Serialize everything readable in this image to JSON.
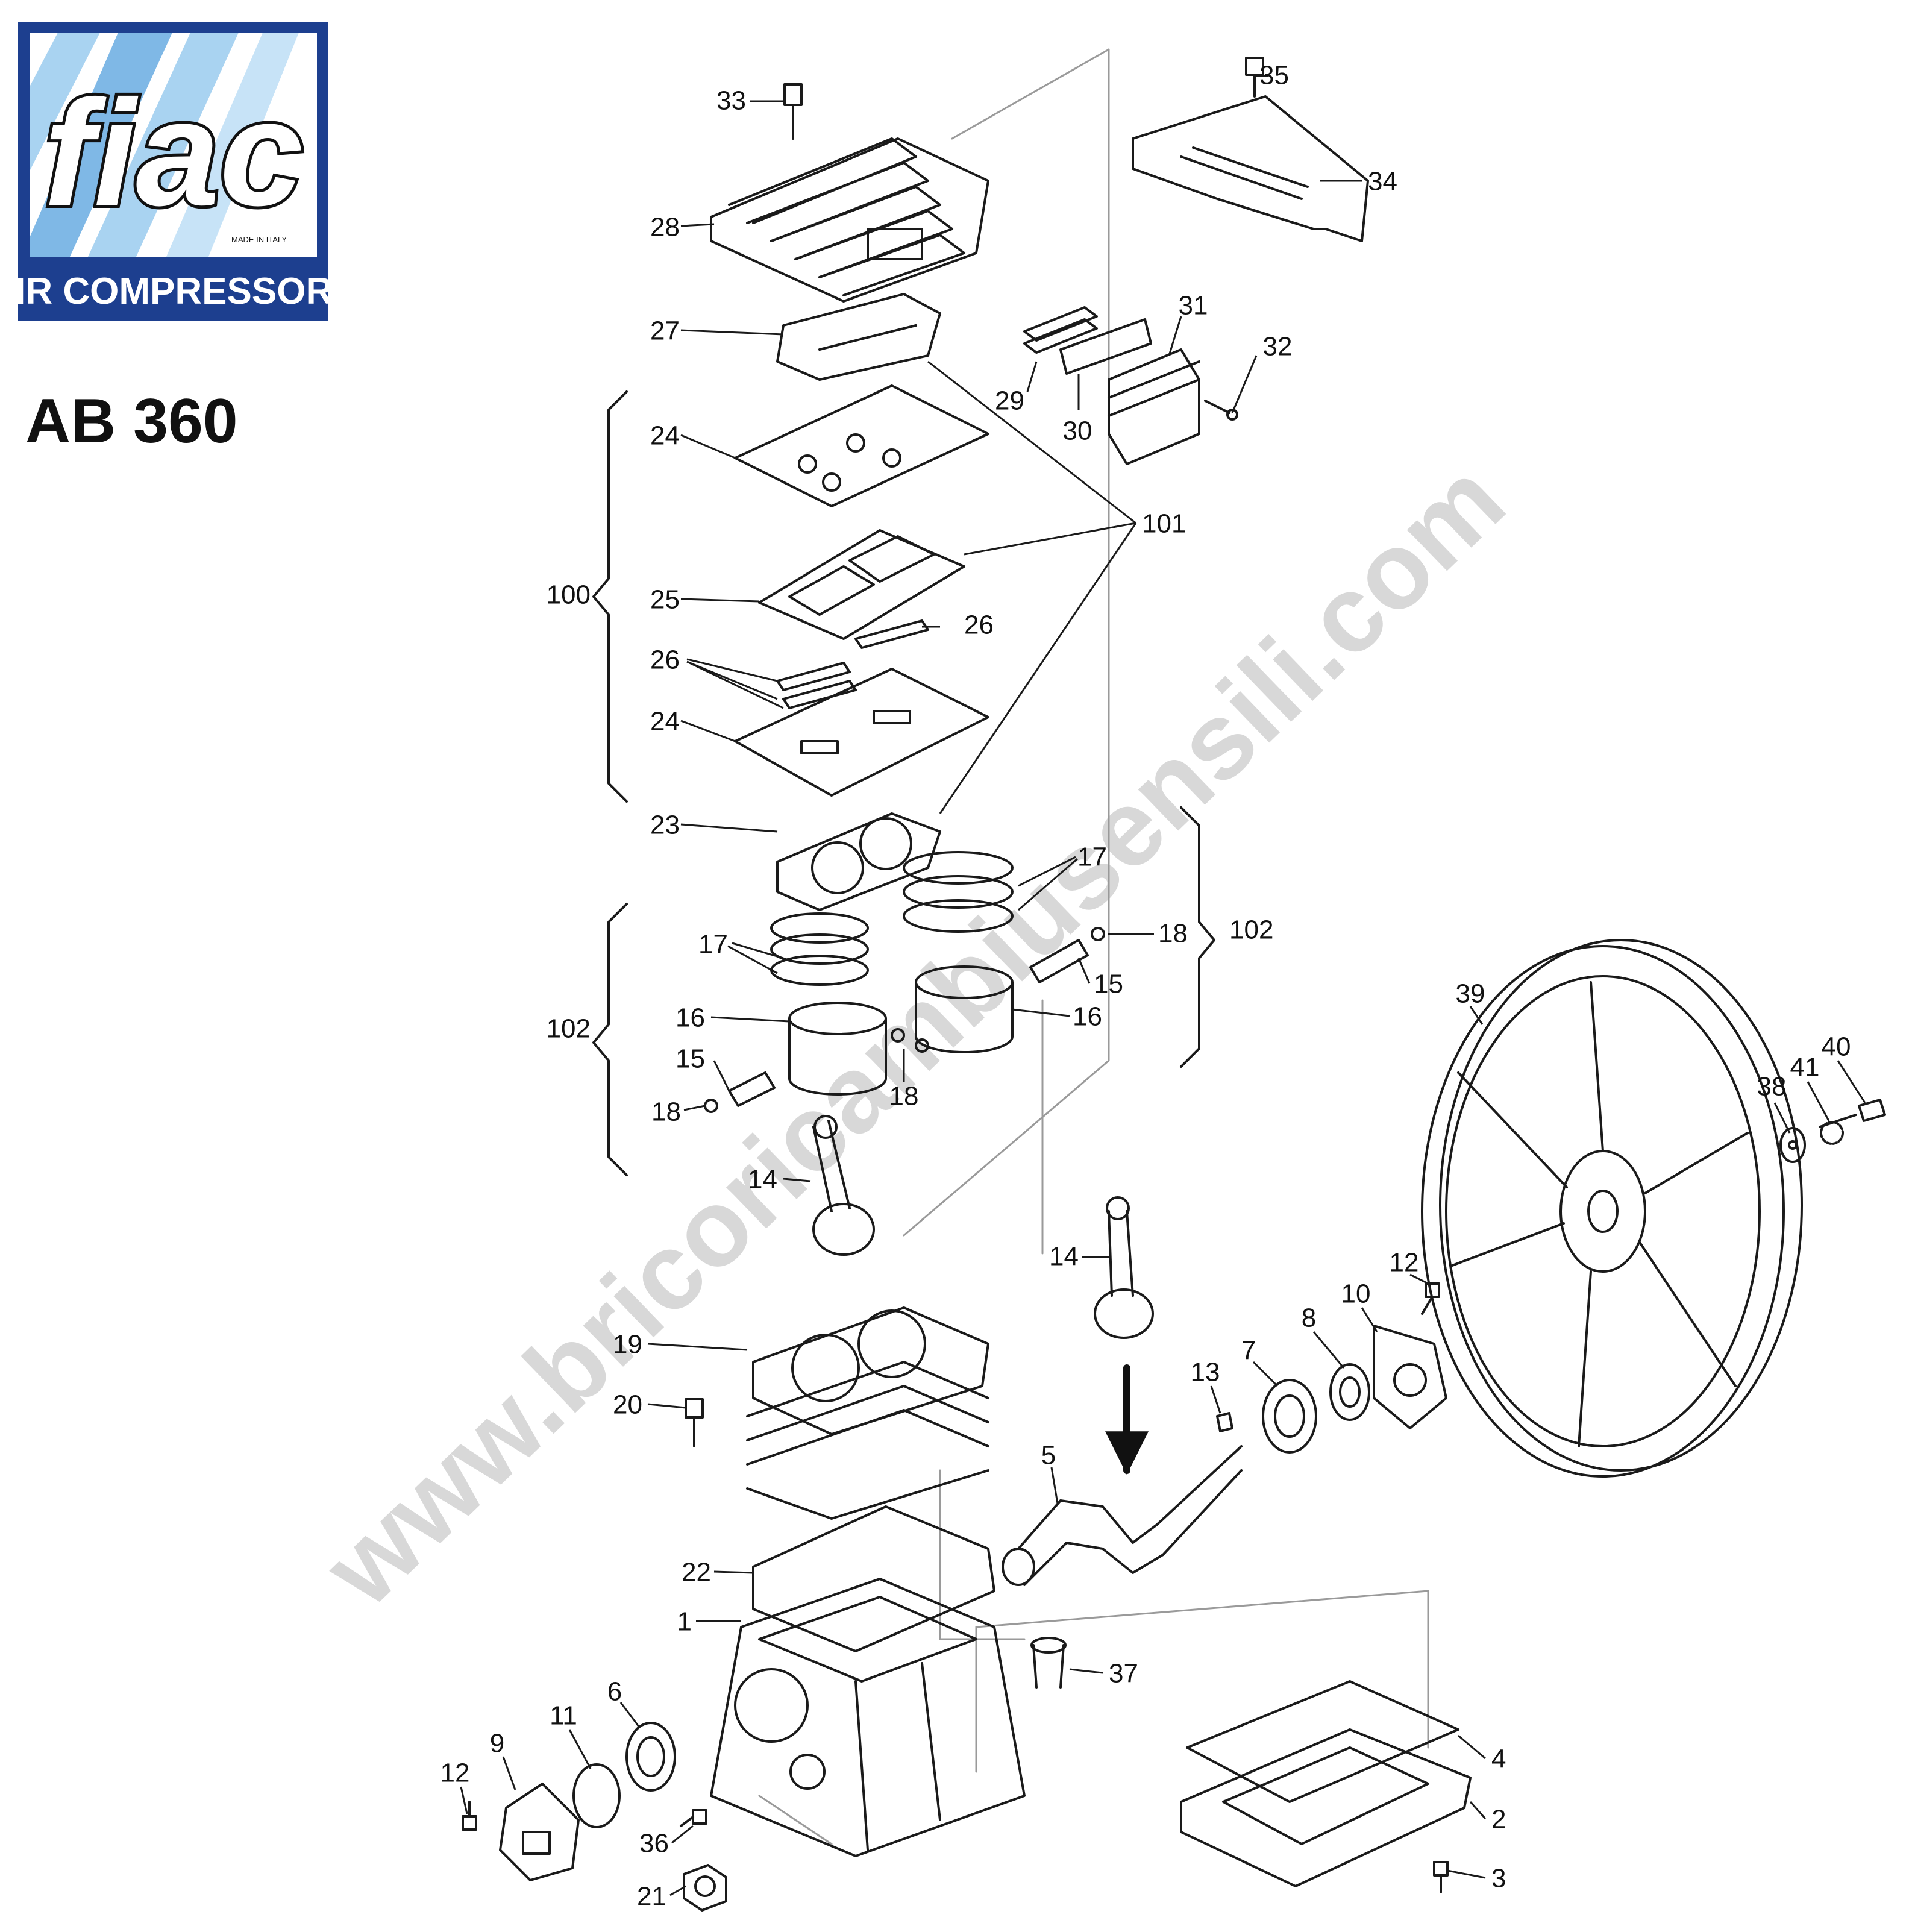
{
  "logo": {
    "brand": "fiac",
    "made_in": "MADE IN ITALY",
    "tagline": "AIR COMPRESSORS"
  },
  "model": "AB 360",
  "watermark": "www.bricoricambiusensili.com",
  "callouts": [
    "33",
    "35",
    "34",
    "28",
    "27",
    "29",
    "31",
    "32",
    "30",
    "24",
    "101",
    "100",
    "25",
    "26",
    "26",
    "24",
    "23",
    "17",
    "17",
    "18",
    "102",
    "102",
    "16",
    "16",
    "15",
    "15",
    "18",
    "18",
    "14",
    "14",
    "39",
    "40",
    "41",
    "38",
    "12",
    "10",
    "8",
    "7",
    "13",
    "19",
    "20",
    "5",
    "22",
    "1",
    "37",
    "6",
    "11",
    "9",
    "12",
    "36",
    "21",
    "4",
    "2",
    "3"
  ],
  "colors": {
    "ink": "#1a1a1a",
    "logo_blue": "#1d3f8f",
    "logo_light": "#8fc3ea",
    "watermark": "#d4d4d4"
  }
}
